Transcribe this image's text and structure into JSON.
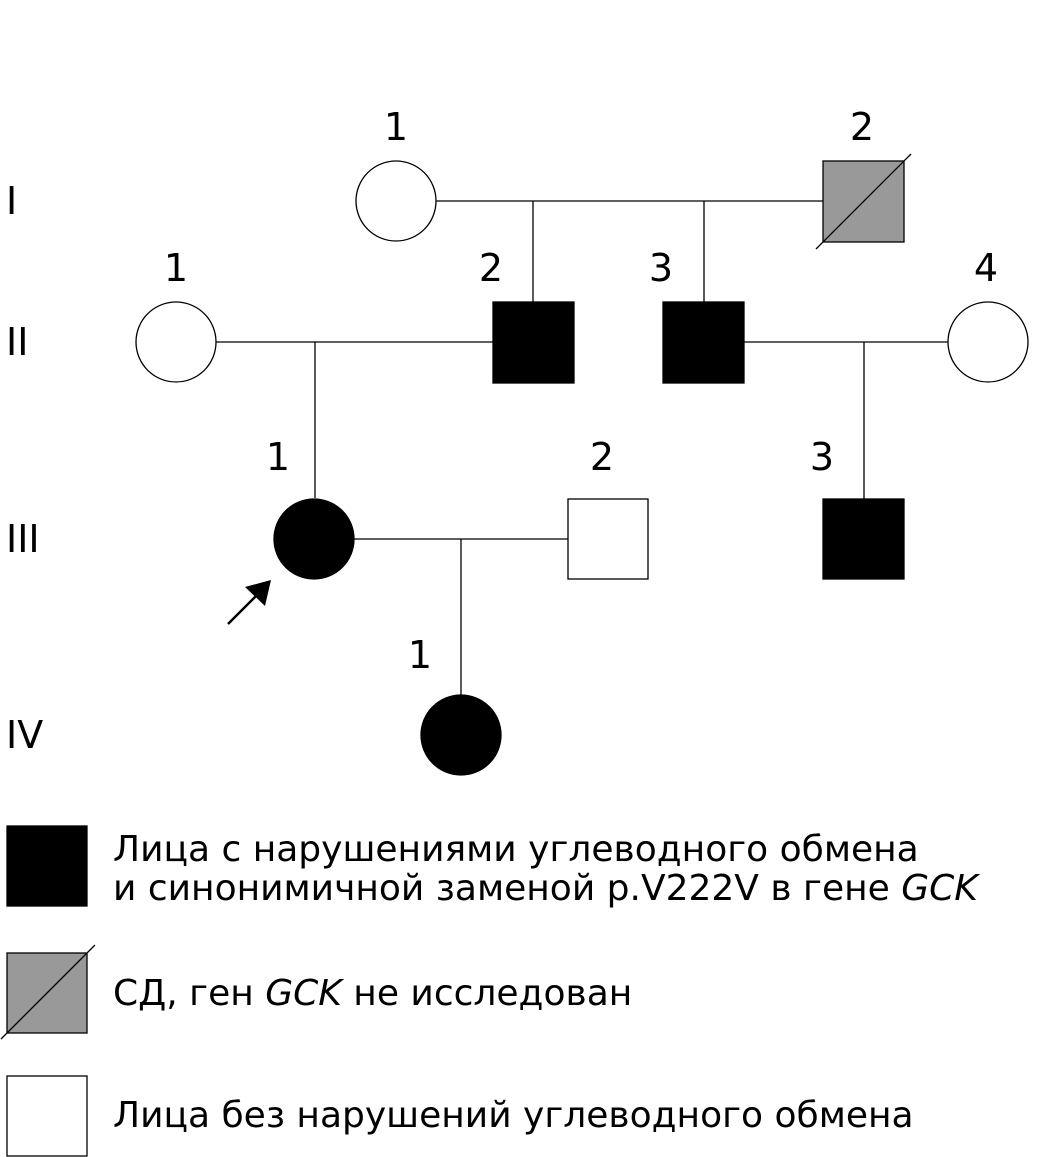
{
  "pedigree": {
    "generations": [
      {
        "id": "I",
        "label": "I"
      },
      {
        "id": "II",
        "label": "II"
      },
      {
        "id": "III",
        "label": "III"
      },
      {
        "id": "IV",
        "label": "IV"
      }
    ],
    "individuals": [
      {
        "id": "I-1",
        "gen": "I",
        "num": "1",
        "sex": "female",
        "status": "unaffected"
      },
      {
        "id": "I-2",
        "gen": "I",
        "num": "2",
        "sex": "male",
        "status": "dm-not-tested",
        "deceased": true
      },
      {
        "id": "II-1",
        "gen": "II",
        "num": "1",
        "sex": "female",
        "status": "unaffected"
      },
      {
        "id": "II-2",
        "gen": "II",
        "num": "2",
        "sex": "male",
        "status": "affected"
      },
      {
        "id": "II-3",
        "gen": "II",
        "num": "3",
        "sex": "male",
        "status": "affected"
      },
      {
        "id": "II-4",
        "gen": "II",
        "num": "4",
        "sex": "female",
        "status": "unaffected"
      },
      {
        "id": "III-1",
        "gen": "III",
        "num": "1",
        "sex": "female",
        "status": "affected",
        "proband": true
      },
      {
        "id": "III-2",
        "gen": "III",
        "num": "2",
        "sex": "male",
        "status": "unaffected"
      },
      {
        "id": "III-3",
        "gen": "III",
        "num": "3",
        "sex": "male",
        "status": "affected"
      },
      {
        "id": "IV-1",
        "gen": "IV",
        "num": "1",
        "sex": "female",
        "status": "affected"
      }
    ]
  },
  "legend": {
    "affected": {
      "line1": "Лица с нарушениями углеводного обмена",
      "line2_prefix": "и синонимичной заменой p.V222V в гене ",
      "line2_gene": "GCK"
    },
    "not_tested": {
      "prefix": "СД, ген ",
      "gene": "GCK",
      "suffix": " не исследован"
    },
    "unaffected": {
      "text": "Лица без нарушений углеводного обмена"
    }
  },
  "colors": {
    "affected": "#000000",
    "not_tested": "#999999",
    "unaffected": "#ffffff",
    "line": "#000000"
  }
}
